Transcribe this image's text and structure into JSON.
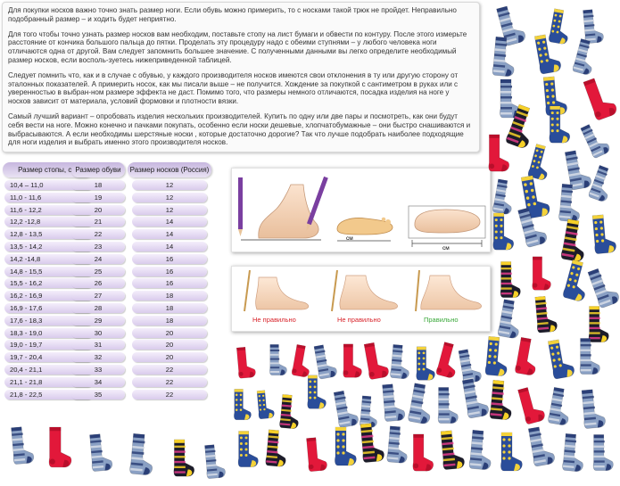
{
  "paragraphs": [
    "Для покупки носков важно точно знать размер ноги. Если обувь можно примерить, то с носками такой трюк не пройдет. Неправильно подобранный размер – и ходить будет неприятно.",
    "Для того чтобы точно узнать размер носков вам необходим, поставьте стопу на лист бумаги и обвести по контуру. После этого измерьте расстояние от кончика большого пальца до пятки. Проделать эту процедуру надо с обеими ступнями – у любого человека ноги отличаются одна от другой. Вам следует запомнить большее значение. С полученными данными вы легко определите необходимый размер носков, если восполь-зуетесь нижеприведенной таблицей.",
    "Следует помнить что, как и в случае с обувью, у каждого производителя носков имеются свои отклонения в ту или другую сторону от эталонных показателей. А примерить носок, как мы писали выше – не получится. Хождение за покупкой с сантиметром в руках или с уверенностью в выбран-ном размере эффекта не даст. Помимо того, что размеры немного отличаются, посадка изделия на ноге у носков зависит от материала, условий формовки и плотности вязки.",
    "Самый лучший вариант – опробовать изделия нескольких производителей. Купить по одну или две пары и посмотреть, как они будут себя вести на ноге. Можно конечно и пачками покупать, особенно если носки дешевые, хлопчатобумажные – они быстро снашиваются и выбрасываются. А если необходимы шерстяные носки , которые достаточно дорогие? Так что лучше подобрать наиболее подходящие для ноги изделия и выбрать именно этого производителя носков."
  ],
  "table": {
    "headers": [
      "Размер стопы, см",
      "Размер обуви",
      "Размер носков (Россия)"
    ],
    "rows": [
      [
        "10,4 – 11,0",
        "18",
        "12"
      ],
      [
        "11,0 - 11,6",
        "19",
        "12"
      ],
      [
        "11,6 - 12,2",
        "20",
        "12"
      ],
      [
        "12,2 -12,8",
        "21",
        "14"
      ],
      [
        "12,8 - 13,5",
        "22",
        "14"
      ],
      [
        "13,5 - 14,2",
        "23",
        "14"
      ],
      [
        "14,2 -14,8",
        "24",
        "16"
      ],
      [
        "14,8 - 15,5",
        "25",
        "16"
      ],
      [
        "15,5 - 16,2",
        "26",
        "16"
      ],
      [
        "16,2 - 16,9",
        "27",
        "18"
      ],
      [
        "16,9 - 17,6",
        "28",
        "18"
      ],
      [
        "17,6 - 18,3",
        "29",
        "18"
      ],
      [
        "18,3 - 19,0",
        "30",
        "20"
      ],
      [
        "19,0 - 19,7",
        "31",
        "20"
      ],
      [
        "19,7 - 20,4",
        "32",
        "20"
      ],
      [
        "20,4 - 21,1",
        "33",
        "22"
      ],
      [
        "21,1 - 21,8",
        "34",
        "22"
      ],
      [
        "21,8 - 22,5",
        "35",
        "22"
      ]
    ]
  },
  "measure_panel": {
    "unit_short": "см",
    "unit_right": "см"
  },
  "fit_panel": {
    "wrong_1": "Не правильно",
    "wrong_2": "Не правильно",
    "right": "Правильно"
  },
  "colors": {
    "wrong": "#d8232a",
    "right": "#3aa83a",
    "header": "#c7b7df",
    "cell": "#e6dcf2",
    "pen": "#7a3fa0"
  }
}
